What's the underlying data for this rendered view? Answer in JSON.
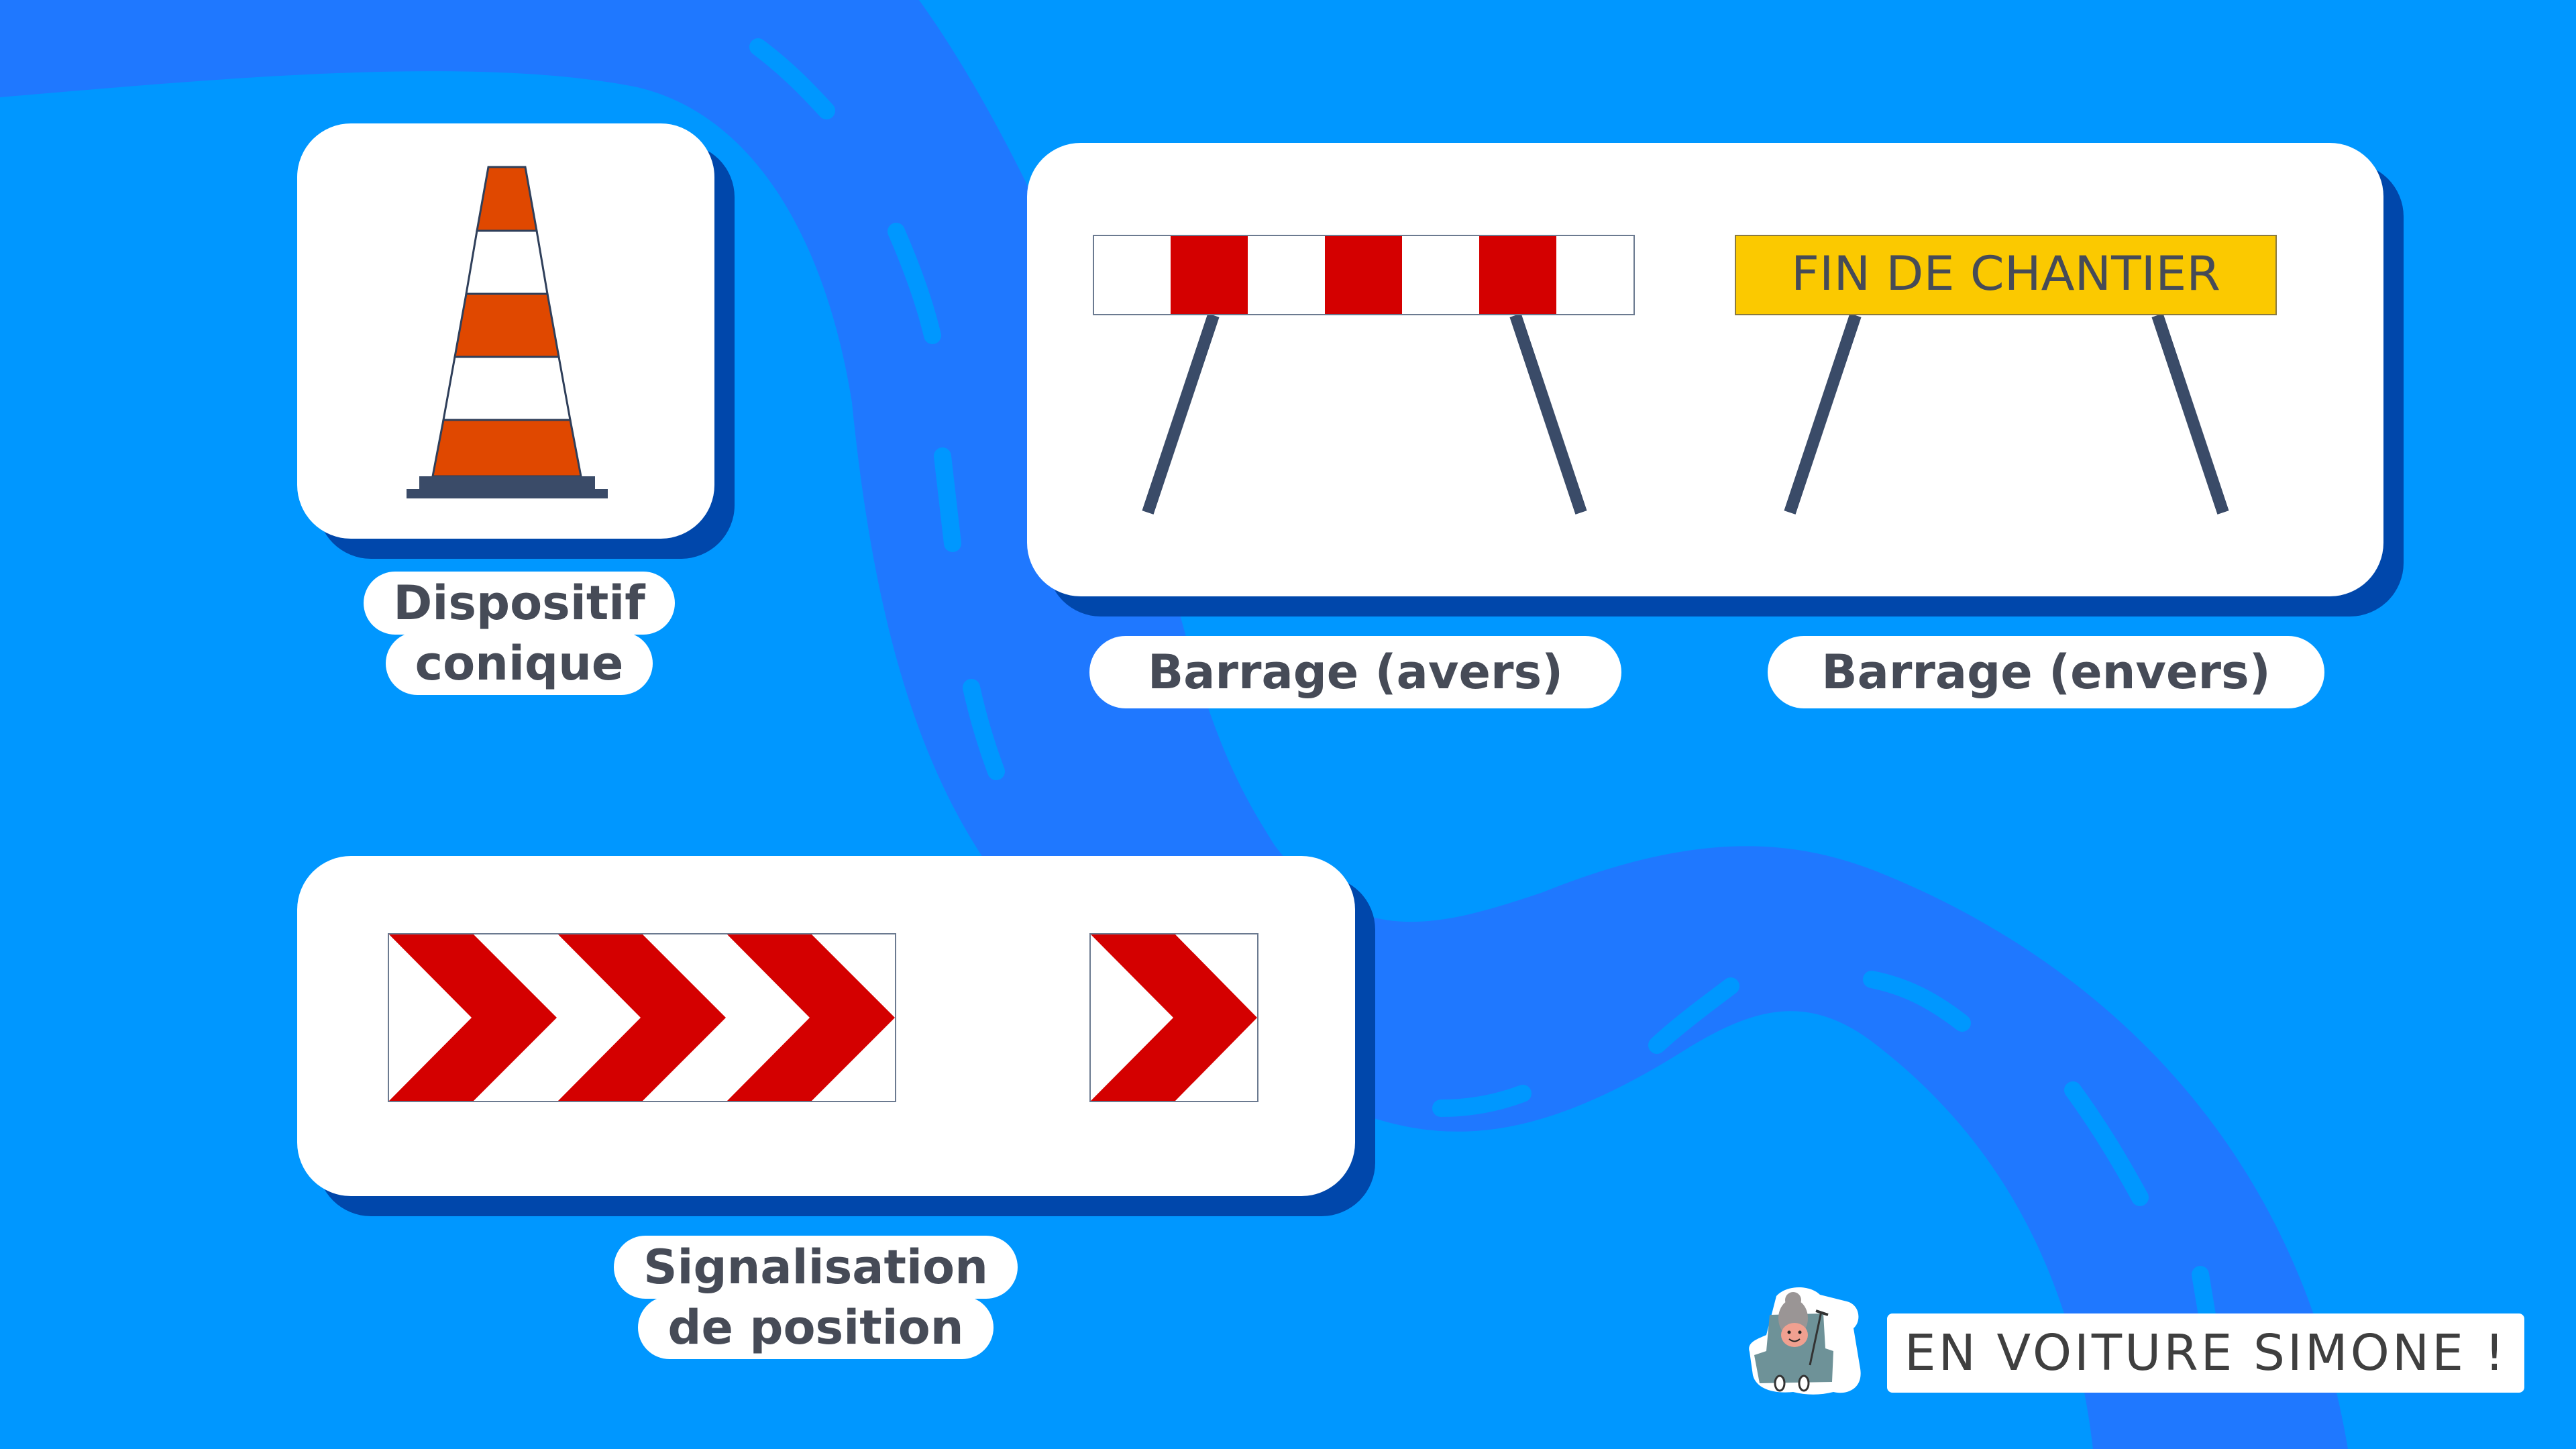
{
  "colors": {
    "background": "#0097FF",
    "road": "#1F78FF",
    "road_dash": "#0097FF",
    "card": "#FFFFFF",
    "card_shadow": "#0047AB",
    "label_text": "#464B57",
    "cone_orange": "#E04800",
    "cone_base": "#3A4B68",
    "barrier_red": "#D40000",
    "sign_yellow": "#FBC900",
    "leg": "#3A4B68"
  },
  "items": [
    {
      "id": "cone",
      "icon": "traffic-cone-icon",
      "label_lines": [
        "Dispositif",
        "conique"
      ]
    },
    {
      "id": "barrier-front",
      "icon": "barrier-red-white-icon",
      "label": "Barrage (avers)"
    },
    {
      "id": "barrier-back",
      "icon": "barrier-end-of-works-icon",
      "sign_text": "FIN DE CHANTIER",
      "label": "Barrage (envers)"
    },
    {
      "id": "position-signal",
      "icon": "chevron-signs-icon",
      "label_lines": [
        "Signalisation",
        "de position"
      ]
    }
  ],
  "logo": {
    "text": "EN VOITURE SIMONE !",
    "icon": "car-with-grandma-icon"
  }
}
